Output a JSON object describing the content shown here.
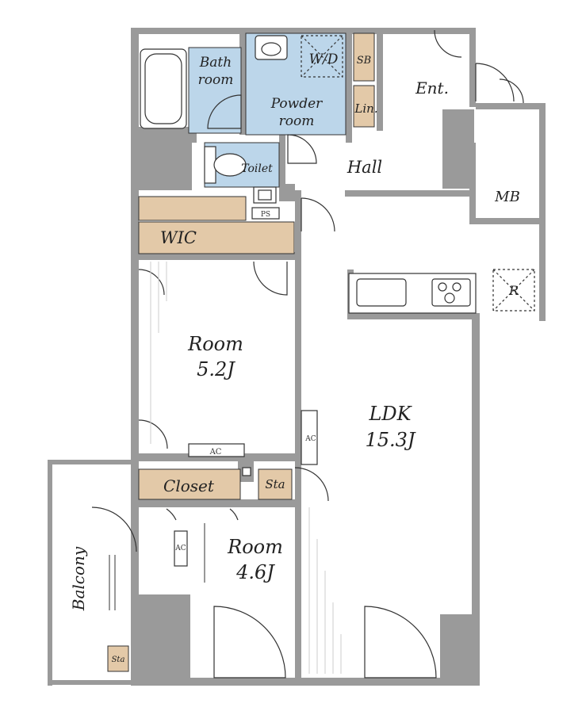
{
  "rooms": {
    "bath": [
      "Bath",
      "room"
    ],
    "wd": "W/D",
    "sb": "SB",
    "ent": "Ent.",
    "powder": [
      "Powder",
      "room"
    ],
    "lin": "Lin.",
    "toilet": "Toilet",
    "hall": "Hall",
    "mb": "MB",
    "ps": "PS",
    "wic": "WIC",
    "r": "R",
    "room1": [
      "Room",
      "5.2J"
    ],
    "ldk": [
      "LDK",
      "15.3J"
    ],
    "ac1": "AC",
    "ac2": "AC",
    "ac3": "AC",
    "closet": "Closet",
    "sta1": "Sta",
    "sta2": "Sta",
    "room2": [
      "Room",
      "4.6J"
    ],
    "balcony": "Balcony"
  },
  "colors": {
    "wall": "#9a9a9a",
    "wet": "#bcd6ea",
    "storage": "#e3c9a8",
    "line": "#333333"
  }
}
